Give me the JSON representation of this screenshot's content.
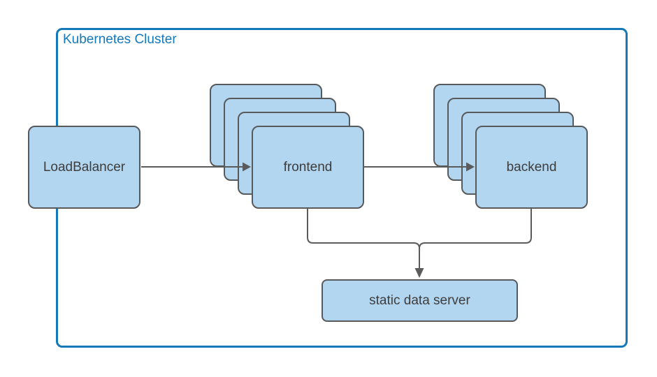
{
  "diagram": {
    "cluster": {
      "label": "Kubernetes Cluster"
    },
    "nodes": {
      "loadbalancer": {
        "label": "LoadBalancer"
      },
      "frontend": {
        "label": "frontend",
        "visible_replicas": 4
      },
      "backend": {
        "label": "backend",
        "visible_replicas": 4
      },
      "static_server": {
        "label": "static data server"
      }
    },
    "edges": [
      {
        "from": "loadbalancer",
        "to": "frontend",
        "arrow": true
      },
      {
        "from": "frontend",
        "to": "backend",
        "arrow": true
      },
      {
        "from": "frontend",
        "to": "static_server",
        "arrow": true
      },
      {
        "from": "backend",
        "to": "static_server",
        "arrow": true
      }
    ],
    "colors": {
      "node_fill": "#b3d6f0",
      "node_border": "#58595b",
      "cluster_border": "#1478b9",
      "cluster_label": "#1478b9",
      "connector": "#5b5b5b",
      "text": "#3d3d3d",
      "background": "#ffffff"
    }
  }
}
